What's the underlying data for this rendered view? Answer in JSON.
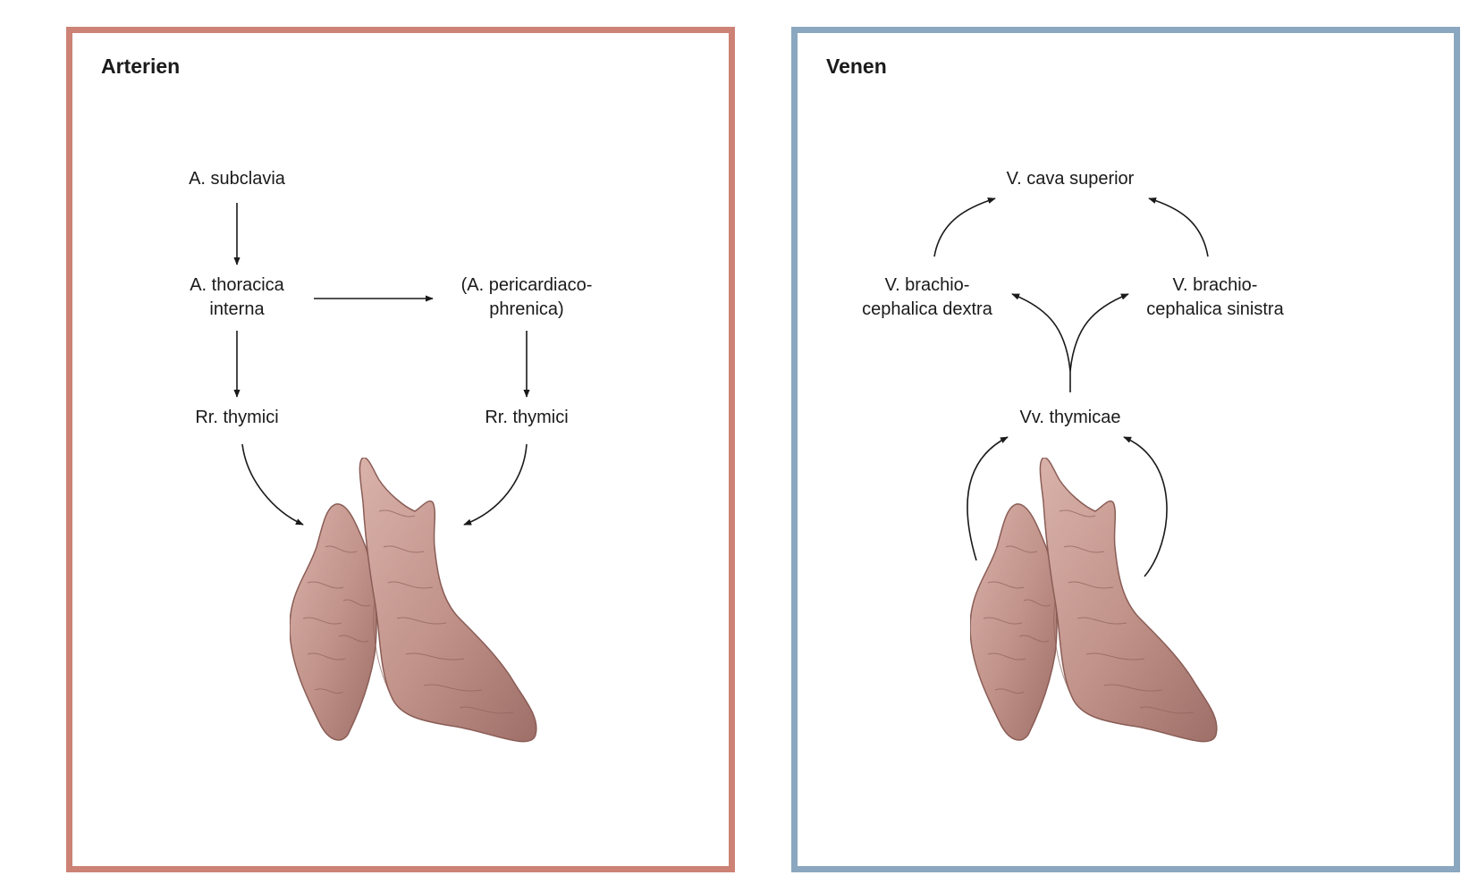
{
  "panels": {
    "arterien": {
      "title": "Arterien",
      "border_color": "#cc8275",
      "nodes": {
        "subclavia": "A. subclavia",
        "thoracica_1": "A. thoracica",
        "thoracica_2": "interna",
        "pericardiaco_1": "(A. pericardiaco-",
        "pericardiaco_2": "phrenica)",
        "thymici_left": "Rr. thymici",
        "thymici_right": "Rr. thymici"
      }
    },
    "venen": {
      "title": "Venen",
      "border_color": "#8aa7bf",
      "nodes": {
        "cava": "V. cava superior",
        "brachio_dextra_1": "V. brachio-",
        "brachio_dextra_2": "cephalica dextra",
        "brachio_sinistra_1": "V. brachio-",
        "brachio_sinistra_2": "cephalica sinistra",
        "thymicae": "Vv. thymicae"
      }
    }
  },
  "gland_color": "#c79a92"
}
